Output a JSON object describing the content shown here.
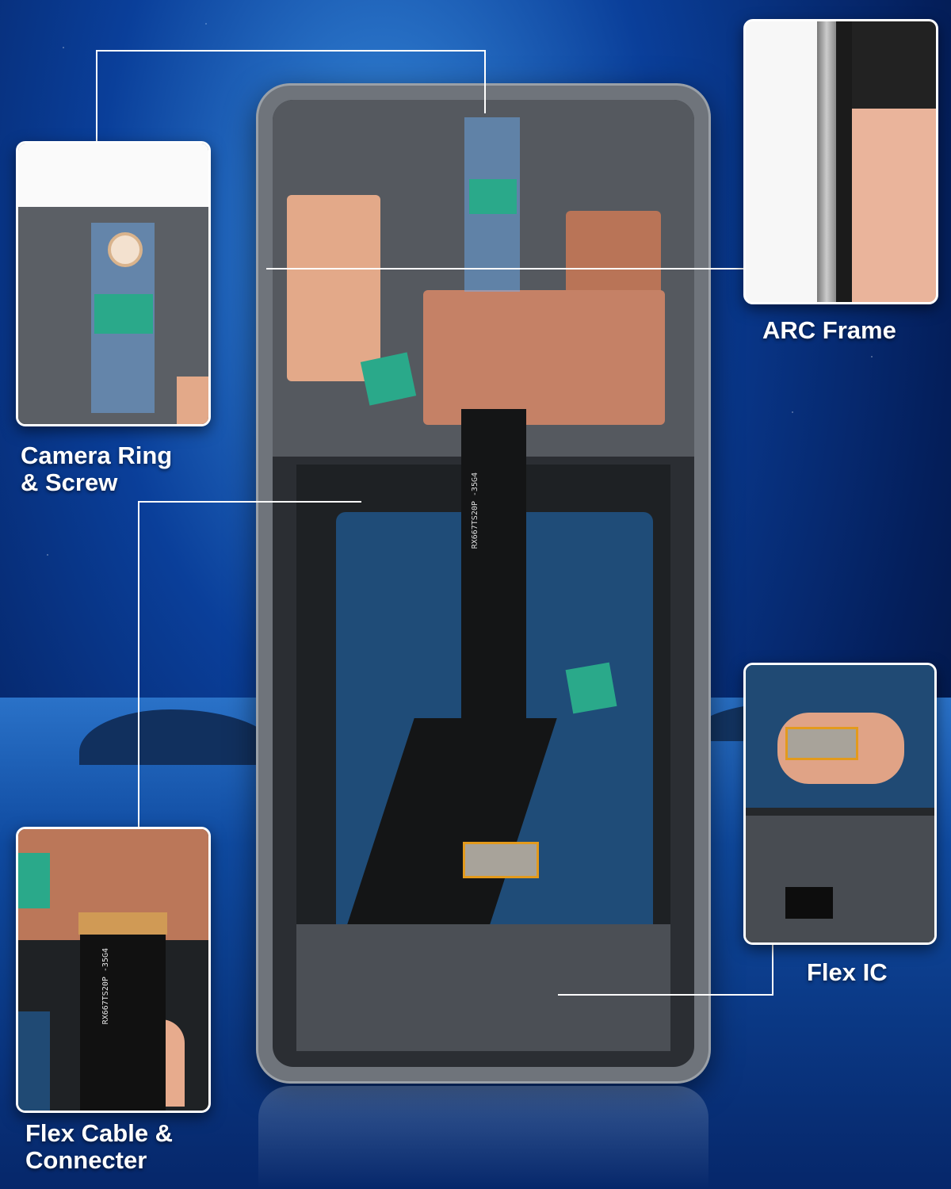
{
  "labels": {
    "camera_ring": [
      "Camera Ring",
      "& Screw"
    ],
    "arc_frame": "ARC Frame",
    "flex_ic": "Flex IC",
    "flex_cable": [
      "Flex Cable &",
      "Connecter"
    ]
  },
  "flex_marking": "RX667TS20P -35G4",
  "colors": {
    "copper": "#e3a989",
    "green_tab": "#2aa98a",
    "chip_border": "#e39a1c",
    "frame": "#6f747b"
  },
  "icons": [
    "phone-screen-assembly-image",
    "camera-ring-detail-image",
    "arc-frame-detail-image",
    "flex-ic-detail-image",
    "flex-cable-detail-image"
  ]
}
